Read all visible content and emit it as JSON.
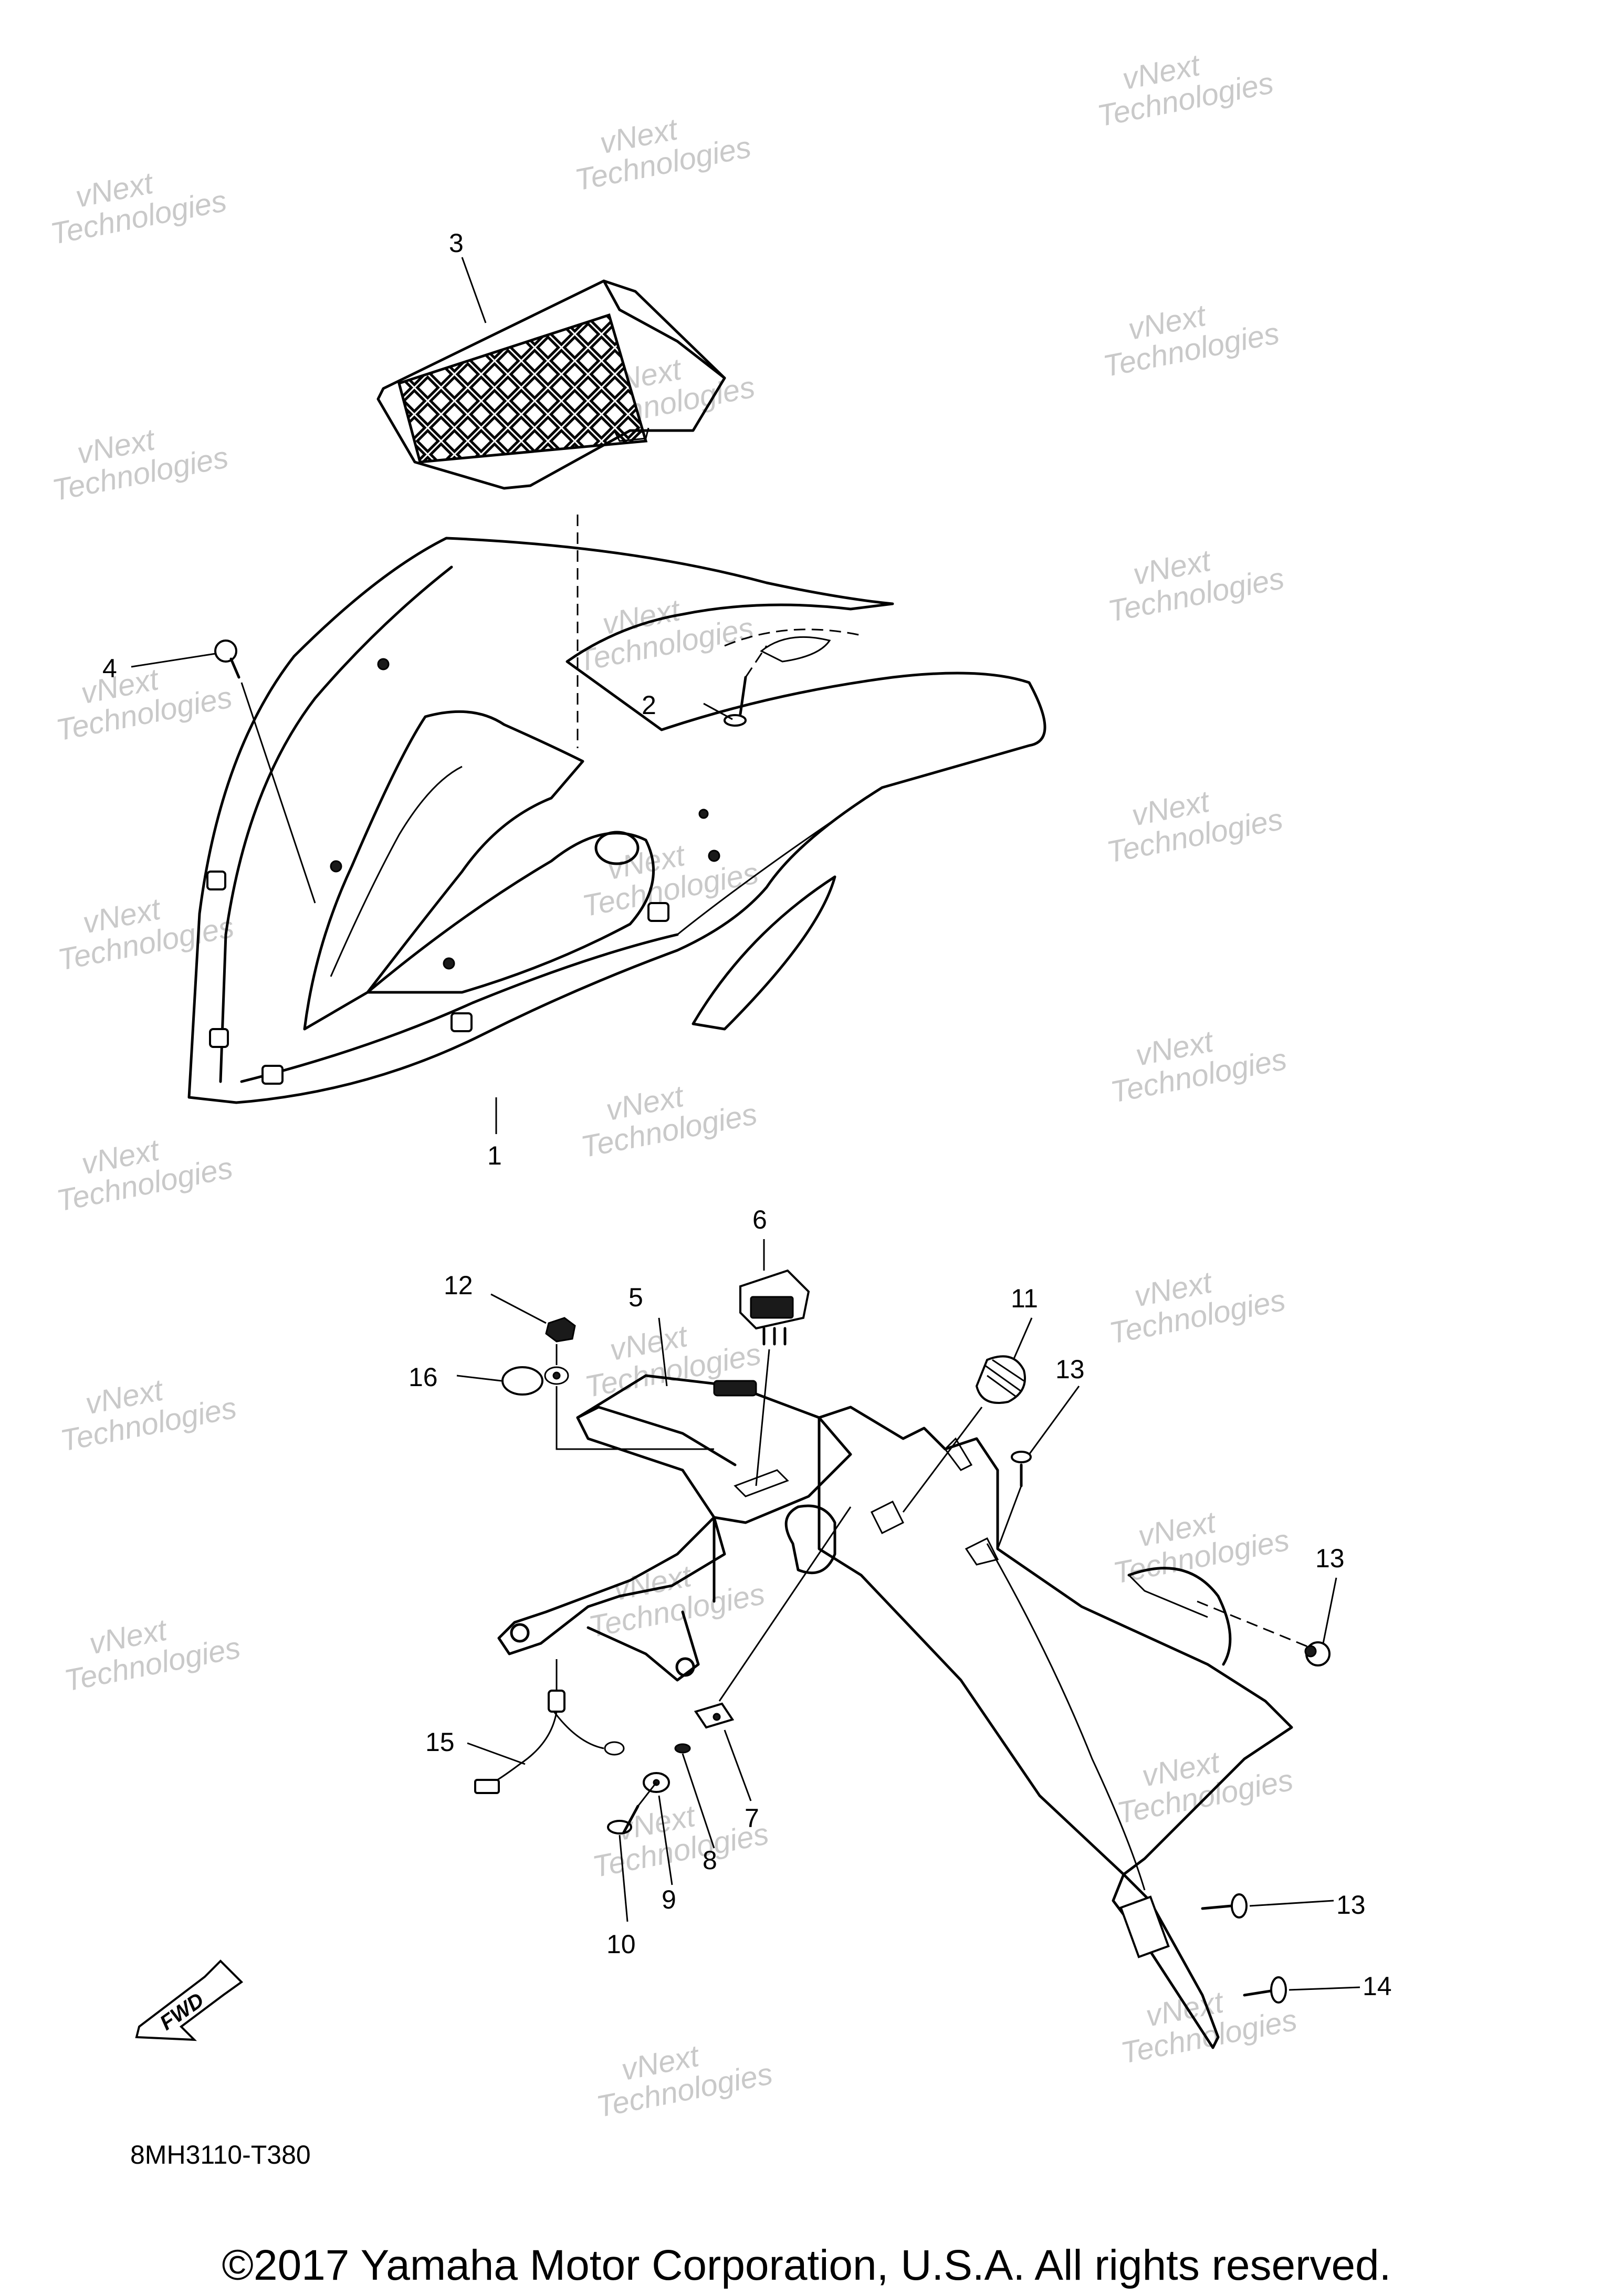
{
  "diagram_code": "8MH3110-T380",
  "copyright": "©2017 Yamaha Motor Corporation, U.S.A. All rights reserved.",
  "fwd_label": "FWD",
  "watermark": {
    "line1": "vNext",
    "line2": "Technologies"
  },
  "callouts": {
    "c1": "1",
    "c2": "2",
    "c3": "3",
    "c4": "4",
    "c5": "5",
    "c6": "6",
    "c7": "7",
    "c8": "8",
    "c9": "9",
    "c10": "10",
    "c11": "11",
    "c12": "12",
    "c13a": "13",
    "c13b": "13",
    "c13c": "13",
    "c14": "14",
    "c15": "15",
    "c16": "16"
  }
}
